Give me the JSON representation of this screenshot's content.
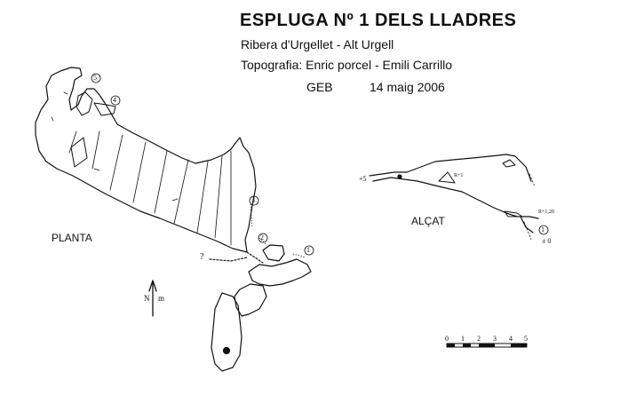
{
  "header": {
    "title": "ESPLUGA Nº 1 DELS LLADRES",
    "location": "Ribera d'Urgellet - Alt Urgell",
    "topography": "Topografia: Enric porcel - Emili Carrillo",
    "group": "GEB",
    "date": "14 maig 2006"
  },
  "plan": {
    "label": "PLANTA",
    "stations": [
      "1",
      "2",
      "3",
      "4",
      "5"
    ],
    "north_label": "N",
    "north_unit": "m",
    "unknown_mark": "?"
  },
  "elevation": {
    "label": "ALÇAT",
    "start_depth": "+5",
    "mid_depth": "R+1",
    "pit_depth": "R+1,20",
    "station": "1",
    "end_depth": "± 0"
  },
  "scale": {
    "ticks": [
      "0",
      "1",
      "2",
      "3",
      "4",
      "5"
    ]
  },
  "colors": {
    "ink": "#111111",
    "background": "#ffffff"
  }
}
